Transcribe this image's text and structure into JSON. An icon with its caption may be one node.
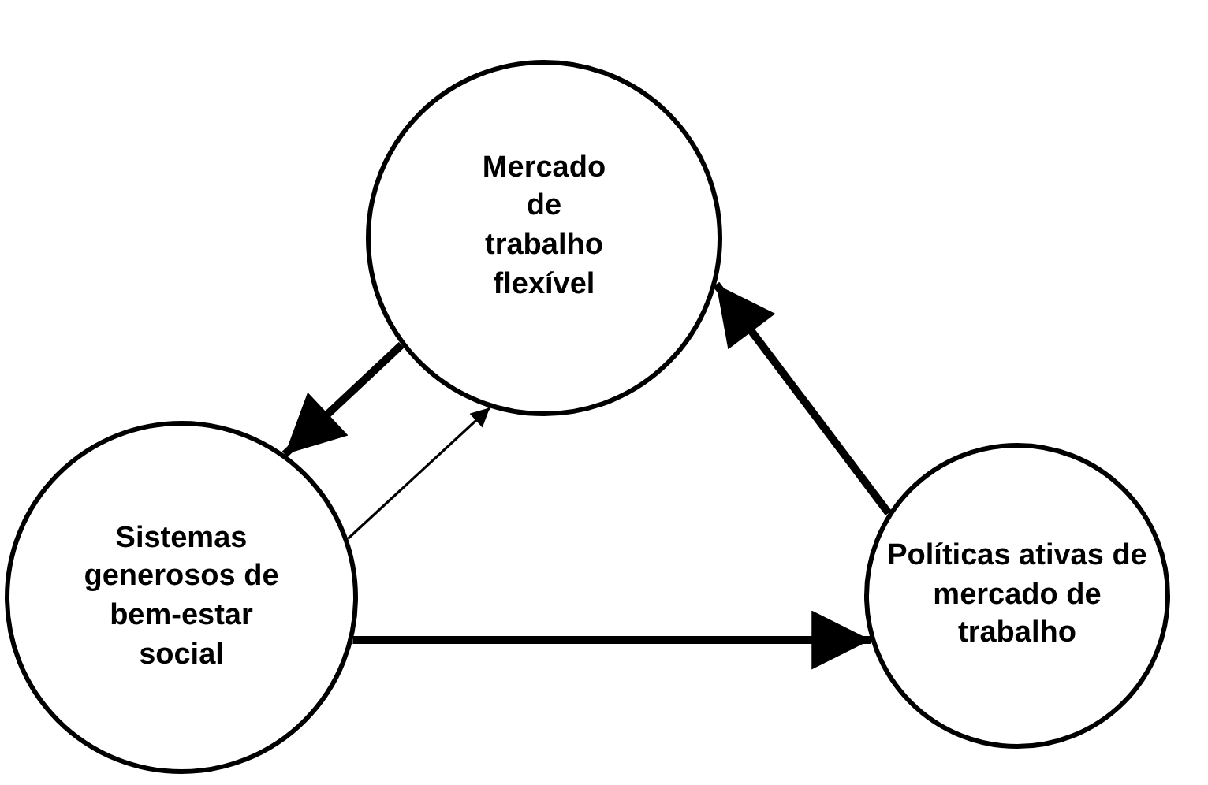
{
  "diagram": {
    "nodes": [
      {
        "text": [
          "Mercado de trabalho flexível"
        ]
      },
      {
        "text": [
          "Sistemas generosos de bem-estar social"
        ]
      },
      {
        "text": [
          "Políticas ativas de mercado de trabalho"
        ]
      }
    ],
    "edges": [
      {
        "from": 0,
        "to": 1,
        "arrow": "to"
      },
      {
        "from": 1,
        "to": 0,
        "arrow": "to"
      },
      {
        "from": 1,
        "to": 2,
        "arrow": "to"
      },
      {
        "from": 2,
        "to": 0,
        "arrow": "to"
      }
    ]
  }
}
